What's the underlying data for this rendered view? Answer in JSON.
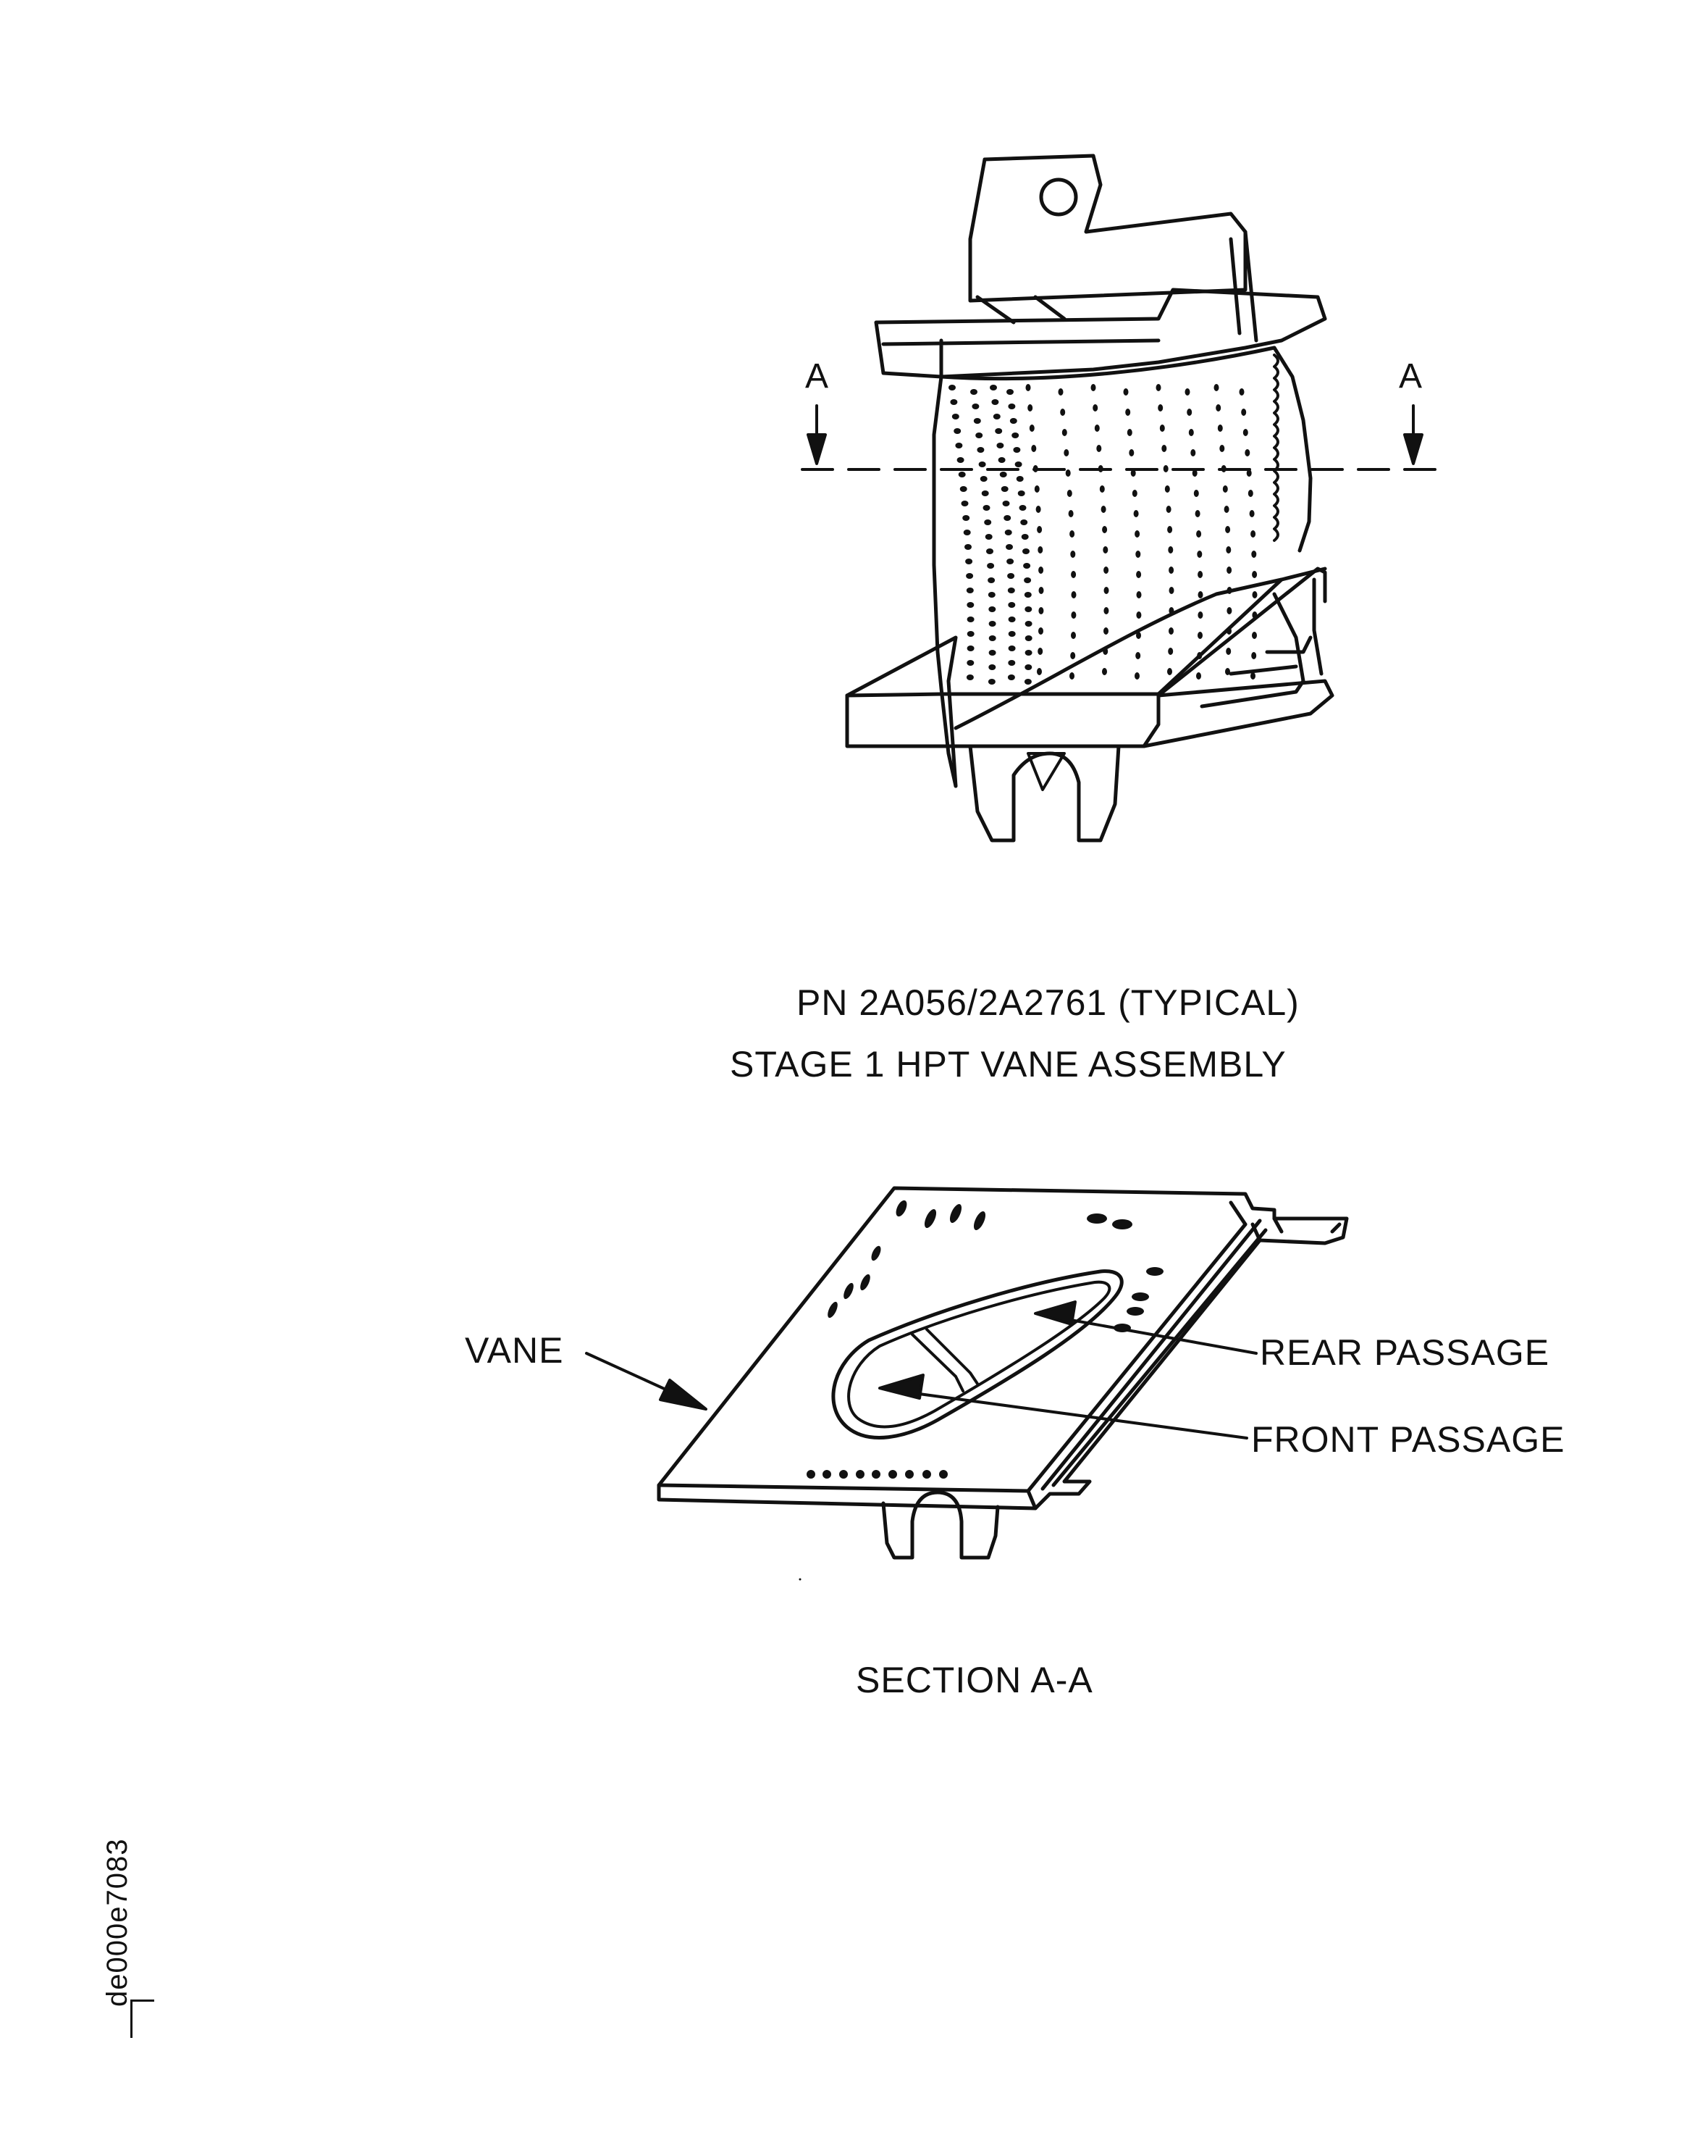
{
  "labels": {
    "part_number": "PN 2A056/2A2761 (TYPICAL)",
    "assembly_title": "STAGE 1  HPT VANE ASSEMBLY",
    "section_title": "SECTION A-A",
    "section_marker_left": "A",
    "section_marker_right": "A",
    "vane": "VANE",
    "rear_passage": "REAR PASSAGE",
    "front_passage": "FRONT PASSAGE",
    "drawing_id": "de000e7083"
  },
  "colors": {
    "ink": "#111111",
    "paper": "#ffffff"
  }
}
